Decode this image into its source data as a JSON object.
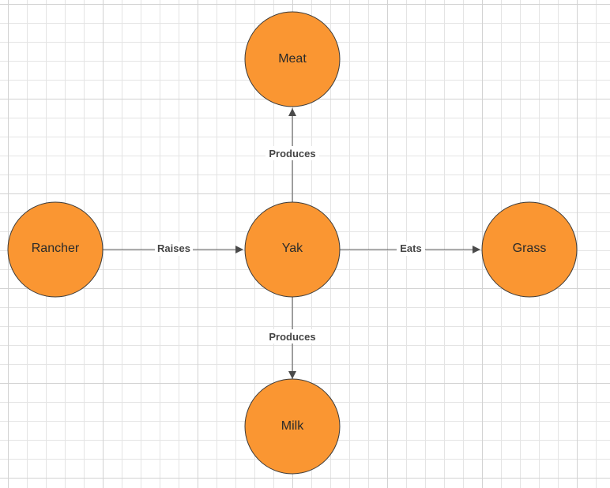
{
  "diagram": {
    "colors": {
      "node_fill": "#fa9632",
      "node_stroke": "#3a3a3a",
      "edge": "#5a5a5a"
    },
    "nodes": [
      {
        "id": "meat",
        "label": "Meat"
      },
      {
        "id": "rancher",
        "label": "Rancher"
      },
      {
        "id": "yak",
        "label": "Yak"
      },
      {
        "id": "grass",
        "label": "Grass"
      },
      {
        "id": "milk",
        "label": "Milk"
      }
    ],
    "edges": [
      {
        "from": "yak",
        "to": "meat",
        "label": "Produces"
      },
      {
        "from": "rancher",
        "to": "yak",
        "label": "Raises"
      },
      {
        "from": "yak",
        "to": "grass",
        "label": "Eats"
      },
      {
        "from": "yak",
        "to": "milk",
        "label": "Produces"
      }
    ]
  }
}
